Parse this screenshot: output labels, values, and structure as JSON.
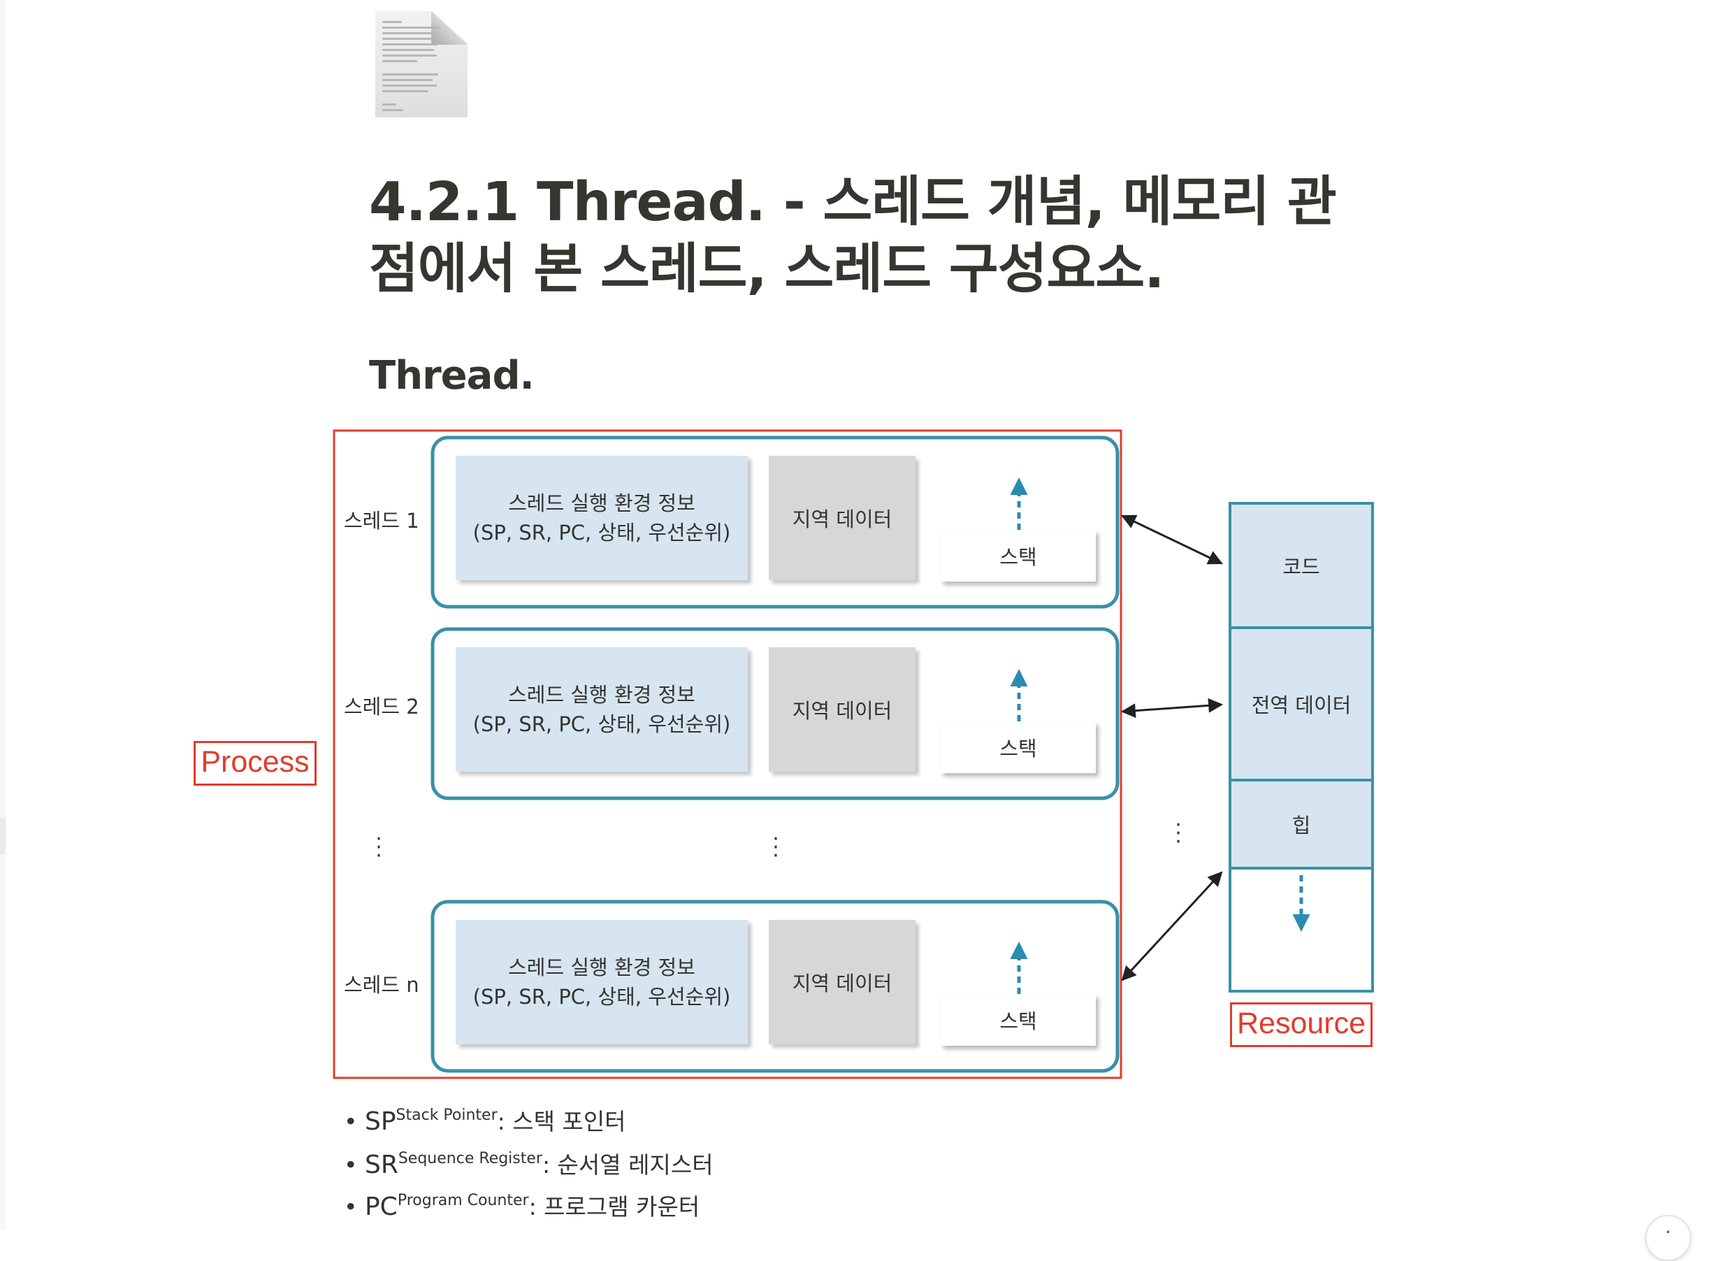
{
  "page": {
    "title": "4.2.1 Thread. - 스레드 개념, 메모리 관점에서 본 스레드, 스레드 구성요소.",
    "heading": "Thread."
  },
  "diagram": {
    "process_label": "Process",
    "resource_label": "Resource",
    "threads": [
      {
        "label": "스레드 1",
        "context_line1": "스레드 실행 환경 정보",
        "context_line2": "(SP, SR, PC, 상태, 우선순위)",
        "local_data": "지역 데이터",
        "stack": "스택"
      },
      {
        "label": "스레드 2",
        "context_line1": "스레드 실행 환경 정보",
        "context_line2": "(SP, SR, PC, 상태, 우선순위)",
        "local_data": "지역 데이터",
        "stack": "스택"
      },
      {
        "label": "스레드 n",
        "context_line1": "스레드 실행 환경 정보",
        "context_line2": "(SP, SR, PC, 상태, 우선순위)",
        "local_data": "지역 데이터",
        "stack": "스택"
      }
    ],
    "resources": [
      "코드",
      "전역 데이터",
      "힙"
    ],
    "ellipsis": "⋮"
  },
  "legend": [
    {
      "abbr": "SP",
      "full": "Stack Pointer",
      "desc": ": 스택 포인터"
    },
    {
      "abbr": "SR",
      "full": "Sequence Register",
      "desc": ": 순서열 레지스터"
    },
    {
      "abbr": "PC",
      "full": "Program Counter",
      "desc": ": 프로그램 카운터"
    }
  ],
  "colors": {
    "frame_red": "#e13c2d",
    "thread_border": "#3a90a8",
    "info_fill": "#d6e5ef",
    "local_fill": "#d7d7d7",
    "resource_fill": "#d6e5ef",
    "arrow_dashed": "#2b8bb2"
  },
  "icons": {
    "page_icon": "document-icon",
    "help": "help-icon"
  }
}
